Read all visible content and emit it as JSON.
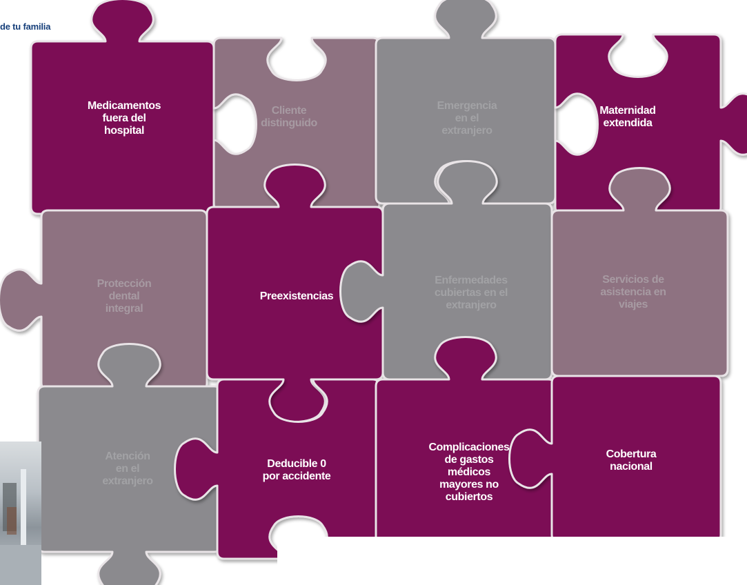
{
  "header": {
    "text": "de tu familia"
  },
  "colors": {
    "magenta": "#7b0a55",
    "mauve": "#8e7281",
    "gray": "#8b8a8e",
    "magenta_text": "#ffffff",
    "mauve_text": "#a79aa2",
    "gray_text": "#a2a2a5",
    "header_text": "#163f7a"
  },
  "pieces": [
    {
      "id": "medicamentos",
      "color": "magenta",
      "lines": [
        "Medicamentos",
        "fuera del",
        "hospital"
      ]
    },
    {
      "id": "cliente",
      "color": "mauve",
      "lines": [
        "Cliente",
        "distinguido"
      ]
    },
    {
      "id": "emergencia",
      "color": "gray",
      "lines": [
        "Emergencia",
        "en el",
        "extranjero"
      ]
    },
    {
      "id": "maternidad",
      "color": "magenta",
      "lines": [
        "Maternidad",
        "extendida"
      ]
    },
    {
      "id": "proteccion",
      "color": "mauve",
      "lines": [
        "Protección",
        "dental",
        "integral"
      ]
    },
    {
      "id": "preexistencias",
      "color": "magenta",
      "lines": [
        "Preexistencias"
      ]
    },
    {
      "id": "enfermedades",
      "color": "gray",
      "lines": [
        "Enfermedades",
        "cubiertas en el",
        "extranjero"
      ]
    },
    {
      "id": "servicios",
      "color": "mauve",
      "lines": [
        "Servicios de",
        "asistencia en",
        "viajes"
      ]
    },
    {
      "id": "atencion",
      "color": "gray",
      "lines": [
        "Atención",
        "en el",
        "extranjero"
      ]
    },
    {
      "id": "deducible",
      "color": "magenta",
      "lines": [
        "Deducible 0",
        "por accidente"
      ]
    },
    {
      "id": "complicaciones",
      "color": "magenta",
      "lines": [
        "Complicaciones",
        "de gastos",
        "médicos",
        "mayores no",
        "cubiertos"
      ]
    },
    {
      "id": "cobertura",
      "color": "magenta",
      "lines": [
        "Cobertura",
        "nacional"
      ]
    }
  ]
}
